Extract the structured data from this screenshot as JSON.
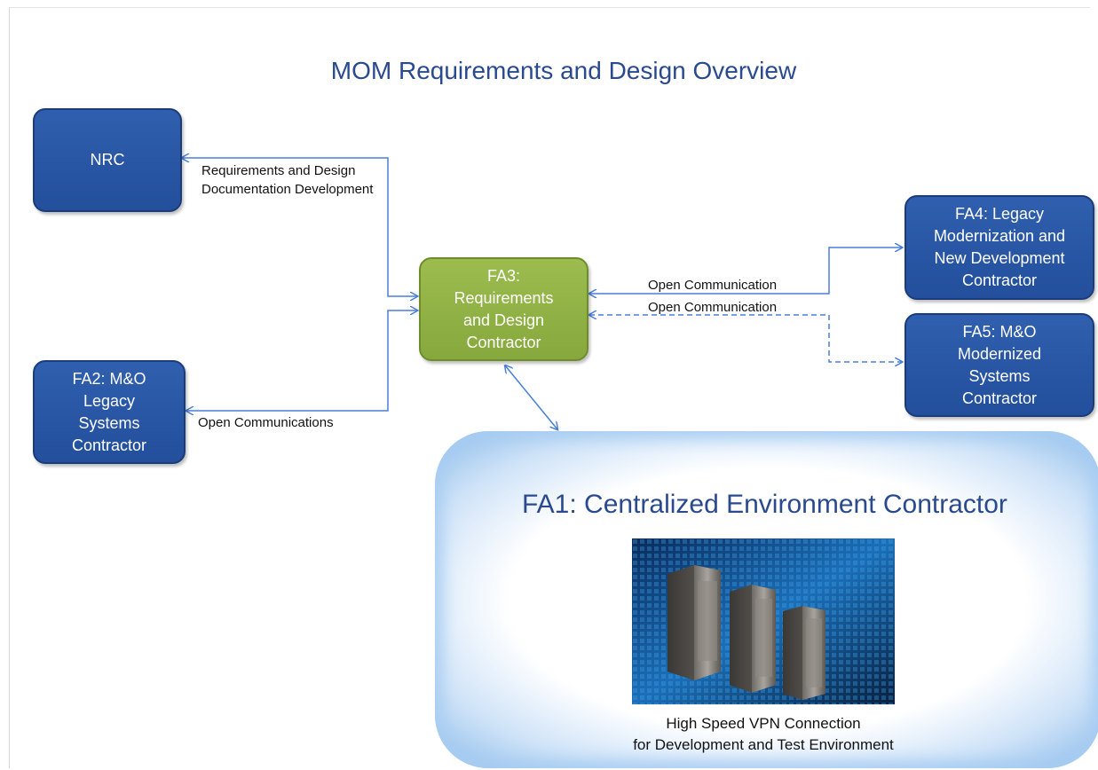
{
  "title": "MOM Requirements and Design Overview",
  "nodes": {
    "nrc": "NRC",
    "fa2": "FA2: M&O\nLegacy\nSystems\nContractor",
    "fa3": "FA3:\nRequirements\nand Design\nContractor",
    "fa4": "FA4: Legacy\nModernization and\nNew Development\nContractor",
    "fa5": "FA5: M&O\nModernized\nSystems\nContractor"
  },
  "edges": {
    "nrc_fa3": "Requirements and Design\nDocumentation Development",
    "fa2_fa3": "Open Communications",
    "fa3_fa4": "Open Communication",
    "fa3_fa5": "Open Communication"
  },
  "fa1": {
    "title": "FA1: Centralized Environment Contractor",
    "caption": "High Speed VPN  Connection\nfor Development and Test Environment"
  },
  "colors": {
    "box_blue": "#2a58a8",
    "box_green": "#92b347",
    "connector": "#4a7fd8",
    "title_text": "#2a4a8e"
  }
}
